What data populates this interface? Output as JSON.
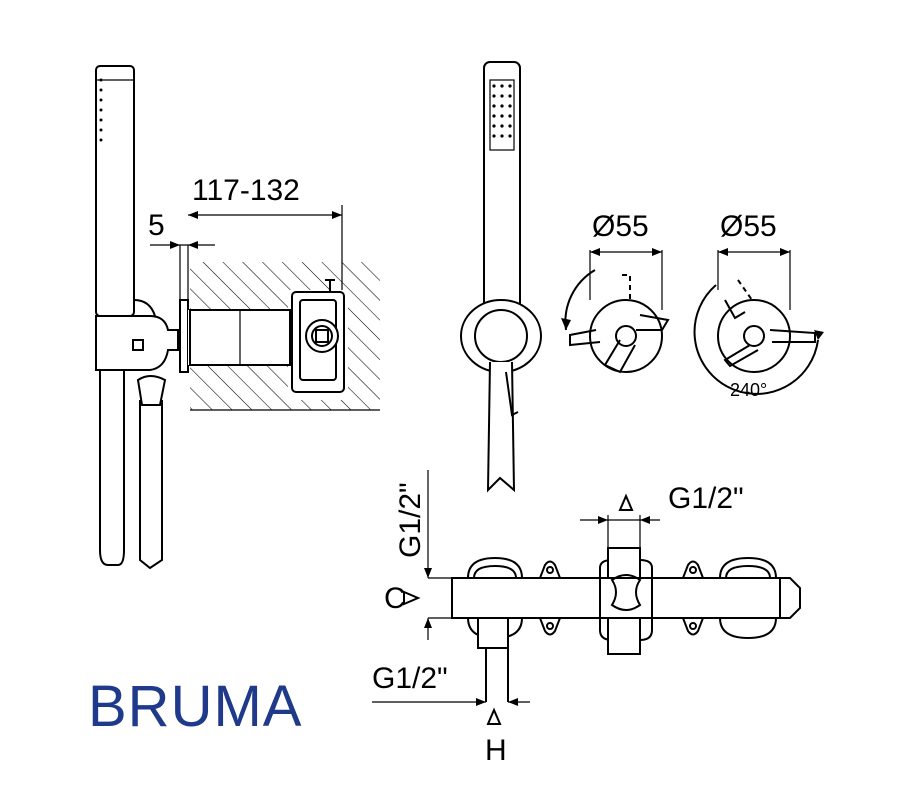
{
  "logo": {
    "text": "BRUMA",
    "color": "#1f3a8a"
  },
  "dimensions": {
    "wall_depth": "117-132",
    "offset": "5",
    "handle_diameter_1": "Ø55",
    "handle_diameter_2": "Ø55",
    "rotation": "240°",
    "inlet_top": "G1/2\"",
    "inlet_left": "G1/2\"",
    "inlet_bottom": "G1/2\"",
    "label_c": "C",
    "label_h": "H"
  }
}
